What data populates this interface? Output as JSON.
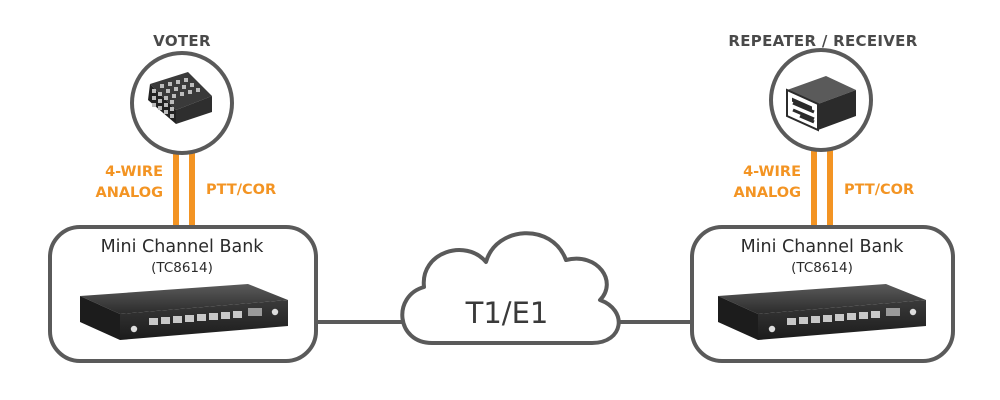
{
  "left": {
    "device_label": "VOTER",
    "wire_left": [
      "4-WIRE",
      "ANALOG"
    ],
    "wire_right": "PTT/COR",
    "box_title": "Mini Channel Bank",
    "box_model": "(TC8614)"
  },
  "right": {
    "device_label": "REPEATER / RECEIVER",
    "wire_left": [
      "4-WIRE",
      "ANALOG"
    ],
    "wire_right": "PTT/COR",
    "box_title": "Mini Channel Bank",
    "box_model": "(TC8614)"
  },
  "network": {
    "label": "T1/E1"
  },
  "colors": {
    "accent": "#f39423",
    "outline": "#5a5a5a",
    "device": "#2d2d2d"
  }
}
